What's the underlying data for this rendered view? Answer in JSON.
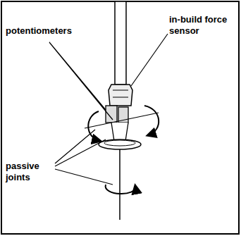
{
  "diagram": {
    "labels": [
      "potentiometers",
      "in-build force sensor",
      "passive joints"
    ]
  }
}
